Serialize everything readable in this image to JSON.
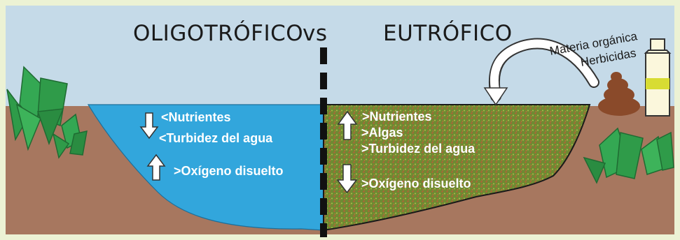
{
  "titles": {
    "left": "OLIGOTRÓFICO",
    "vs": "vs",
    "right": "EUTRÓFICO"
  },
  "left_lake": {
    "items": [
      {
        "text": "<Nutrientes",
        "arrow": "down"
      },
      {
        "text": "<Turbidez del agua",
        "arrow": "down"
      },
      {
        "text": ">Oxígeno disuelto",
        "arrow": "up"
      }
    ]
  },
  "right_lake": {
    "items": [
      {
        "text": ">Nutrientes",
        "arrow": "up"
      },
      {
        "text": ">Algas",
        "arrow": "up"
      },
      {
        "text": ">Turbidez del agua",
        "arrow": "up"
      },
      {
        "text": ">Oxígeno disuelto",
        "arrow": "down"
      }
    ]
  },
  "inputs": {
    "line1": "Materia orgánica",
    "line2": "Herbicidas"
  },
  "colors": {
    "frame": "#ecf2d4",
    "sky": "#c5dae8",
    "soil": "#a7775f",
    "water_clear": "#32a6dc",
    "water_eutrophic": "#6f8a32",
    "divider": "#111111",
    "plant": "#2f9b49",
    "dung": "#8a4a2a",
    "bottle": "#fbf7dc",
    "bottle_band": "#d8dc33"
  }
}
